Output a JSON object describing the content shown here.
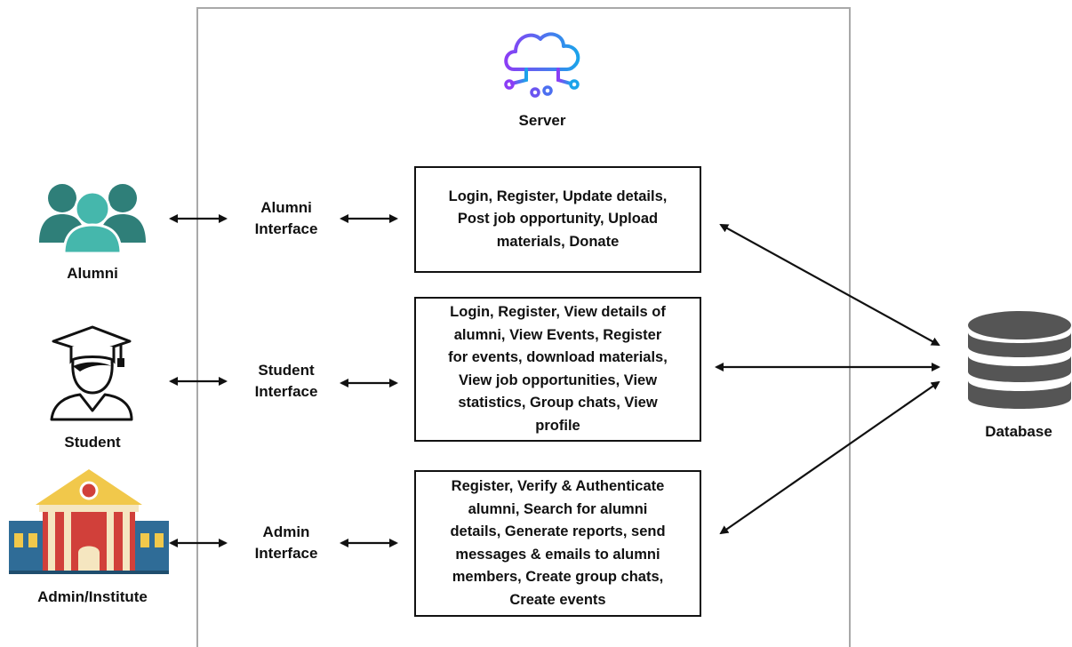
{
  "server": {
    "label": "Server",
    "icon": "cloud-server-icon"
  },
  "actors": [
    {
      "id": "alumni",
      "label": "Alumni",
      "icon": "people-group-icon"
    },
    {
      "id": "student",
      "label": "Student",
      "icon": "graduate-student-icon"
    },
    {
      "id": "admin",
      "label": "Admin/Institute",
      "icon": "institute-building-icon"
    }
  ],
  "interfaces": [
    {
      "id": "alumni",
      "label": "Alumni\nInterface"
    },
    {
      "id": "student",
      "label": "Student\nInterface"
    },
    {
      "id": "admin",
      "label": "Admin\nInterface"
    }
  ],
  "features": [
    {
      "id": "alumni",
      "text": "Login, Register, Update details,\nPost job opportunity, Upload\nmaterials, Donate"
    },
    {
      "id": "student",
      "text": "Login, Register, View details of\nalumni, View Events, Register\nfor events, download materials,\nView job opportunities, View\nstatistics, Group chats, View\nprofile"
    },
    {
      "id": "admin",
      "text": "Register, Verify & Authenticate\nalumni, Search for alumni\ndetails, Generate reports, send\nmessages & emails to alumni\nmembers, Create group chats,\nCreate events"
    }
  ],
  "database": {
    "label": "Database",
    "icon": "database-icon"
  },
  "colors": {
    "alumni_teal": "#2f7f79",
    "alumni_light": "#45b7ac",
    "building_roof": "#f1c84b",
    "building_red": "#d1403a",
    "building_blue": "#2f6c97",
    "database_gray": "#555555",
    "cloud_purple": "#8b3df5",
    "cloud_blue": "#1ba3ea"
  }
}
